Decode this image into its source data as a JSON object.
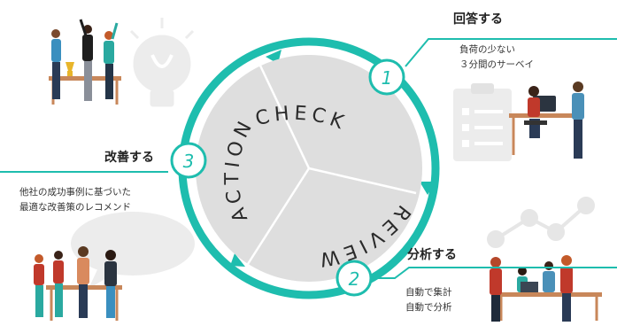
{
  "cycle": {
    "check": "CHECK",
    "review": "REVIEW",
    "action": "ACTION"
  },
  "steps": [
    {
      "number": "1",
      "title": "回答する",
      "lines": [
        "負荷の少ない",
        "３分間のサーベイ"
      ]
    },
    {
      "number": "2",
      "title": "分析する",
      "lines": [
        "自動で集計",
        "自動で分析"
      ]
    },
    {
      "number": "3",
      "title": "改善する",
      "lines": [
        "他社の成功事例に基づいた",
        "最適な改善策のレコメンド"
      ]
    }
  ],
  "colors": {
    "accent": "#1ebdae",
    "segment": "#dedede",
    "divider": "#ffffff",
    "illustration": "#ececec",
    "text": "#222222"
  },
  "icons": [
    "lightbulb-icon",
    "clipboard-icon",
    "chart-icon",
    "speech-bubble-icon"
  ]
}
